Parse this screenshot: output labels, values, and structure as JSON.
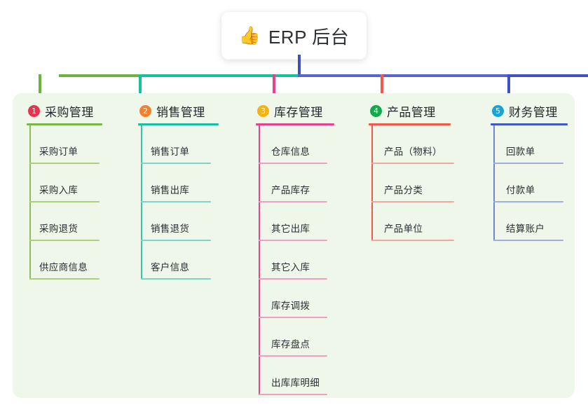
{
  "root": {
    "emoji": "👍",
    "emoji_name": "thumbs-up-icon",
    "title": "ERP 后台"
  },
  "colors": {
    "panel_bg": "#eef7e9",
    "page_bg": "#ffffff",
    "stem": "#3f51b5"
  },
  "columns": [
    {
      "index": "1",
      "title": "采购管理",
      "badge_color": "#e8334f",
      "rule_color": "#7ab648",
      "spine_color": "#8cc152",
      "item_rule_color": "#a8d17a",
      "items": [
        "采购订单",
        "采购入库",
        "采购退货",
        "供应商信息"
      ]
    },
    {
      "index": "2",
      "title": "销售管理",
      "badge_color": "#f0812f",
      "rule_color": "#17bfa0",
      "spine_color": "#35c4ae",
      "item_rule_color": "#7ad6c8",
      "items": [
        "销售订单",
        "销售出库",
        "销售退货",
        "客户信息"
      ]
    },
    {
      "index": "3",
      "title": "库存管理",
      "badge_color": "#f2b316",
      "rule_color": "#e8418f",
      "spine_color": "#e8418f",
      "item_rule_color": "#eda0c4",
      "items": [
        "仓库信息",
        "产品库存",
        "其它出库",
        "其它入库",
        "库存调拨",
        "库存盘点",
        "出库库明细"
      ]
    },
    {
      "index": "4",
      "title": "产品管理",
      "badge_color": "#16a84c",
      "rule_color": "#f2594b",
      "spine_color": "#f2594b",
      "item_rule_color": "#f4a79f",
      "items": [
        "产品（物料）",
        "产品分类",
        "产品单位"
      ]
    },
    {
      "index": "5",
      "title": "财务管理",
      "badge_color": "#16a5d9",
      "rule_color": "#3f56c6",
      "spine_color": "#6f86d8",
      "item_rule_color": "#9db0e3",
      "items": [
        "回款单",
        "付款单",
        "结算账户"
      ]
    }
  ]
}
